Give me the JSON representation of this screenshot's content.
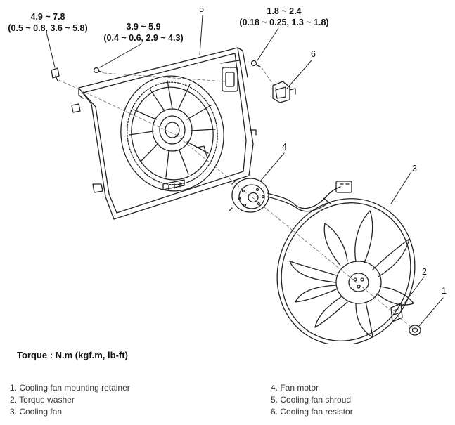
{
  "torque_callouts": [
    {
      "id": "a",
      "value": "4.9 ~ 7.8",
      "detail": "(0.5 ~ 0.8, 3.6 ~ 5.8)"
    },
    {
      "id": "b",
      "value": "3.9 ~ 5.9",
      "detail": "(0.4 ~ 0.6, 2.9 ~ 4.3)"
    },
    {
      "id": "c",
      "value": "1.8 ~ 2.4",
      "detail": "(0.18 ~ 0.25, 1.3 ~ 1.8)"
    }
  ],
  "part_numbers": [
    "1",
    "2",
    "3",
    "4",
    "5",
    "6"
  ],
  "torque_note": "Torque : N.m (kgf.m, lb-ft)",
  "legend": [
    "1. Cooling fan mounting retainer",
    "2. Torque washer",
    "3. Cooling fan",
    "4. Fan motor",
    "5. Cooling fan shroud",
    "6. Cooling fan resistor"
  ]
}
